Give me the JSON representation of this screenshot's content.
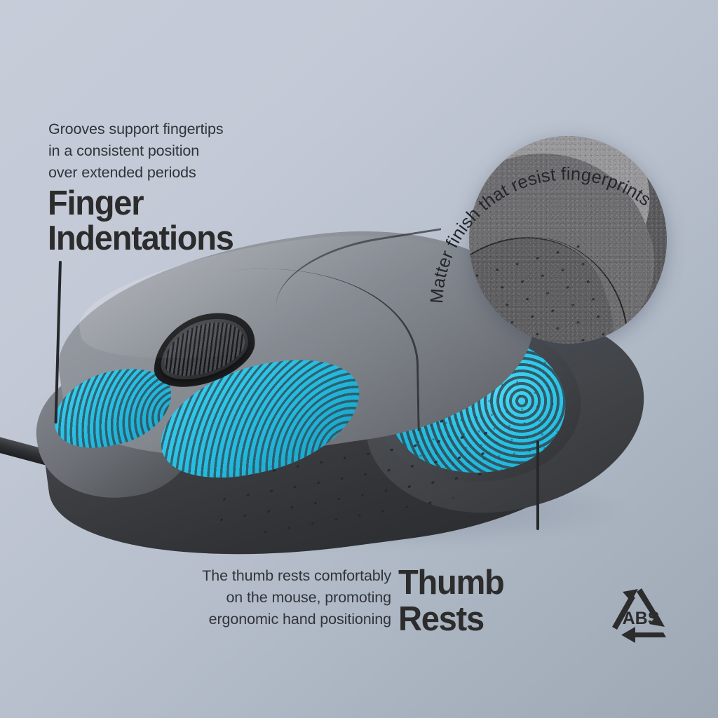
{
  "theme": {
    "background_top": "#c7ccd9",
    "background_bottom": "#9ea8b4",
    "heading_color": "#2c2c2c",
    "body_text_color": "#31343a",
    "accent_cyan": "#29c1e4",
    "mouse_shell_grey": "#90959c",
    "mouse_body_dark": "#3e4044"
  },
  "callouts": {
    "finger": {
      "description": "Grooves support fingertips\nin a consistent position\nover extended periods",
      "heading": "Finger\nIndentations"
    },
    "thumb": {
      "description": "The thumb rests comfortably\non the mouse, promoting\nergonomic hand positioning",
      "heading": "Thumb\nRests"
    },
    "magnifier": {
      "curved_caption": "Matter finish that resist fingerprints"
    }
  },
  "badge": {
    "material_code": "ABS",
    "symbol": "recycling-triangle"
  },
  "product": {
    "name": "wired-optical-mouse",
    "parts": [
      "left-button",
      "right-button",
      "scroll-wheel",
      "thumb-rest",
      "side-grip",
      "usb-cable"
    ]
  }
}
